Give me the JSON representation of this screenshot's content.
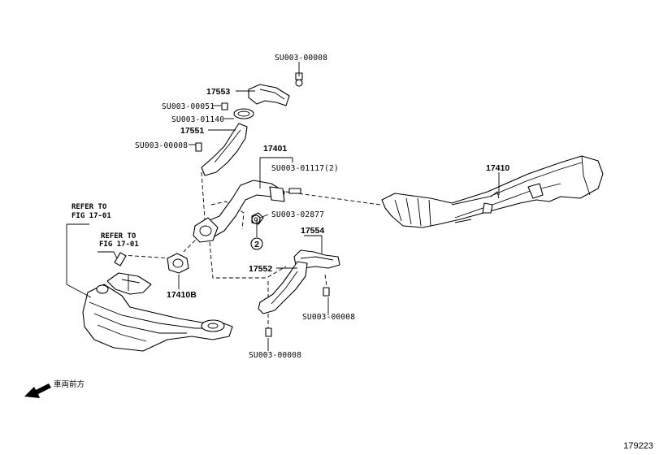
{
  "diagram": {
    "id": "179223",
    "direction_note": "車両前方",
    "refs": [
      {
        "line1": "REFER TO",
        "line2": "FIG 17-01"
      },
      {
        "line1": "REFER TO",
        "line2": "FIG 17-01"
      }
    ],
    "callout_number": "2",
    "parts": {
      "p_17553": "17553",
      "p_17551": "17551",
      "p_17401": "17401",
      "p_17410": "17410",
      "p_17554": "17554",
      "p_17552": "17552",
      "p_17410b": "17410B",
      "s_00008_top": "SU003-00008",
      "s_00051": "SU003-00051",
      "s_01140": "SU003-01140",
      "s_00008_left": "SU003-00008",
      "s_01117": "SU003-01117(2)",
      "s_02877": "SU003-02877",
      "s_00008_right": "SU003-00008",
      "s_00008_bottom": "SU003-00008"
    }
  }
}
